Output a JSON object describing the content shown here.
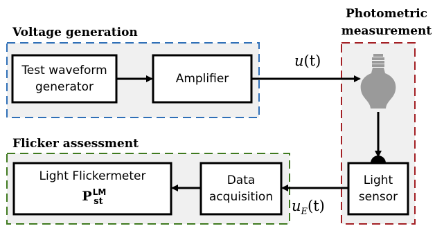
{
  "groups": {
    "voltage": {
      "title": "Voltage generation"
    },
    "photometric": {
      "title_line1": "Photometric",
      "title_line2": "measurement"
    },
    "flicker": {
      "title": "Flicker assessment"
    }
  },
  "blocks": {
    "test_waveform": {
      "line1": "Test waveform",
      "line2": "generator"
    },
    "amplifier": {
      "label": "Amplifier"
    },
    "light_sensor": {
      "line1": "Light",
      "line2": "sensor"
    },
    "data_acquisition": {
      "line1": "Data",
      "line2": "acquisition"
    },
    "flickermeter": {
      "line1": "Light Flickermeter",
      "symbol": "P",
      "symbol_sup": "LM",
      "symbol_sub": "st"
    }
  },
  "signals": {
    "u": {
      "name": "u",
      "arg": "(t)"
    },
    "uE": {
      "name": "u",
      "sub": "E",
      "arg": "(t)"
    }
  },
  "colors": {
    "voltage_border": "#2f6fb7",
    "photometric_border": "#a31f24",
    "flicker_border": "#3f7a1f",
    "group_fill": "#f0f0f0",
    "bulb": "#9a9a9a"
  },
  "icons": {
    "lamp": "light-bulb-icon"
  }
}
